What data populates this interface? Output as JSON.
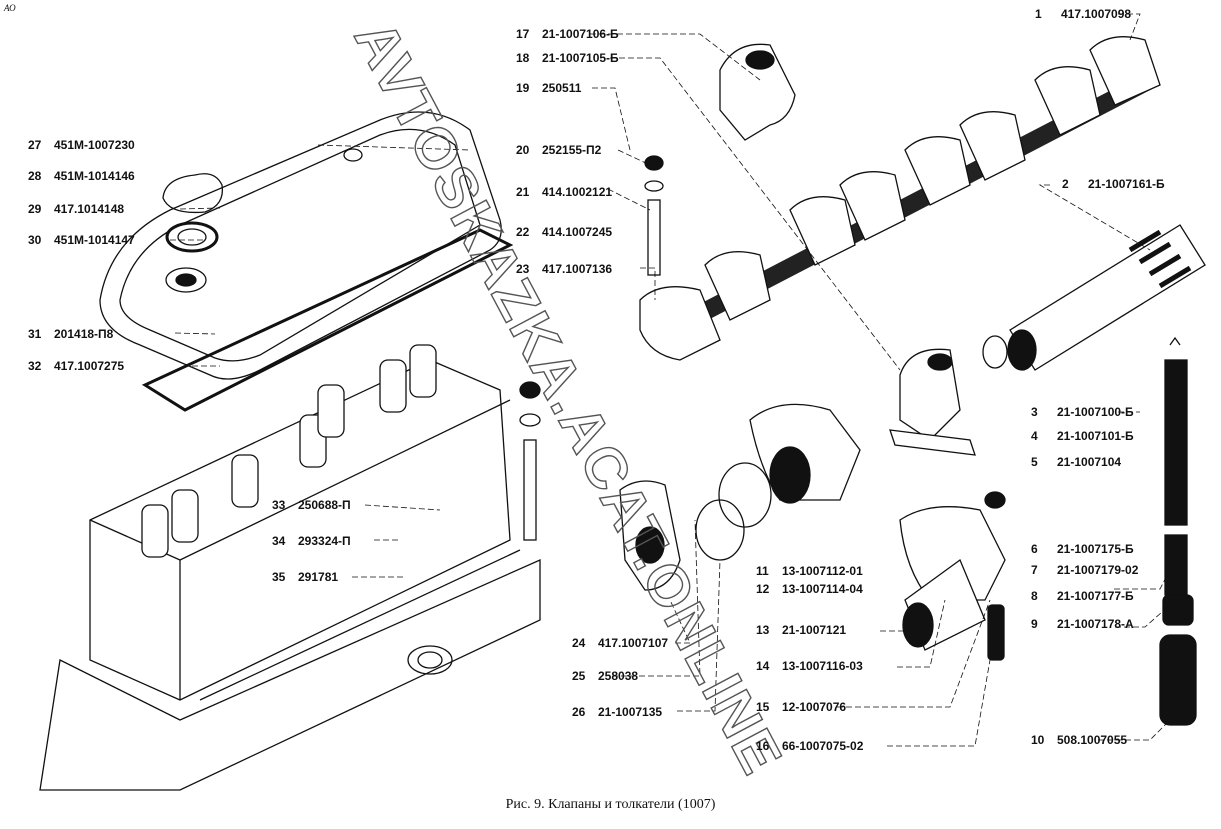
{
  "corner_mark": "АО",
  "watermark": "AVTOSKAZKA.ACAT.ONLINE",
  "caption": "Рис. 9. Клапаны и толкатели (1007)",
  "parts": [
    {
      "num": "1",
      "code": "417.1007098"
    },
    {
      "num": "2",
      "code": "21-1007161-Б"
    },
    {
      "num": "3",
      "code": "21-1007100-Б"
    },
    {
      "num": "4",
      "code": "21-1007101-Б"
    },
    {
      "num": "5",
      "code": "21-1007104"
    },
    {
      "num": "6",
      "code": "21-1007175-Б"
    },
    {
      "num": "7",
      "code": "21-1007179-02"
    },
    {
      "num": "8",
      "code": "21-1007177-Б"
    },
    {
      "num": "9",
      "code": "21-1007178-А"
    },
    {
      "num": "10",
      "code": "508.1007055"
    },
    {
      "num": "11",
      "code": "13-1007112-01"
    },
    {
      "num": "12",
      "code": "13-1007114-04"
    },
    {
      "num": "13",
      "code": "21-1007121"
    },
    {
      "num": "14",
      "code": "13-1007116-03"
    },
    {
      "num": "15",
      "code": "12-1007076"
    },
    {
      "num": "16",
      "code": "66-1007075-02"
    },
    {
      "num": "17",
      "code": "21-1007106-Б"
    },
    {
      "num": "18",
      "code": "21-1007105-Б"
    },
    {
      "num": "19",
      "code": "250511"
    },
    {
      "num": "20",
      "code": "252155-П2"
    },
    {
      "num": "21",
      "code": "414.1002121"
    },
    {
      "num": "22",
      "code": "414.1007245"
    },
    {
      "num": "23",
      "code": "417.1007136"
    },
    {
      "num": "24",
      "code": "417.1007107"
    },
    {
      "num": "25",
      "code": "258038"
    },
    {
      "num": "26",
      "code": "21-1007135"
    },
    {
      "num": "27",
      "code": "451М-1007230"
    },
    {
      "num": "28",
      "code": "451М-1014146"
    },
    {
      "num": "29",
      "code": "417.1014148"
    },
    {
      "num": "30",
      "code": "451М-1014147"
    },
    {
      "num": "31",
      "code": "201418-П8"
    },
    {
      "num": "32",
      "code": "417.1007275"
    },
    {
      "num": "33",
      "code": "250688-П"
    },
    {
      "num": "34",
      "code": "293324-П"
    },
    {
      "num": "35",
      "code": "291781"
    }
  ]
}
